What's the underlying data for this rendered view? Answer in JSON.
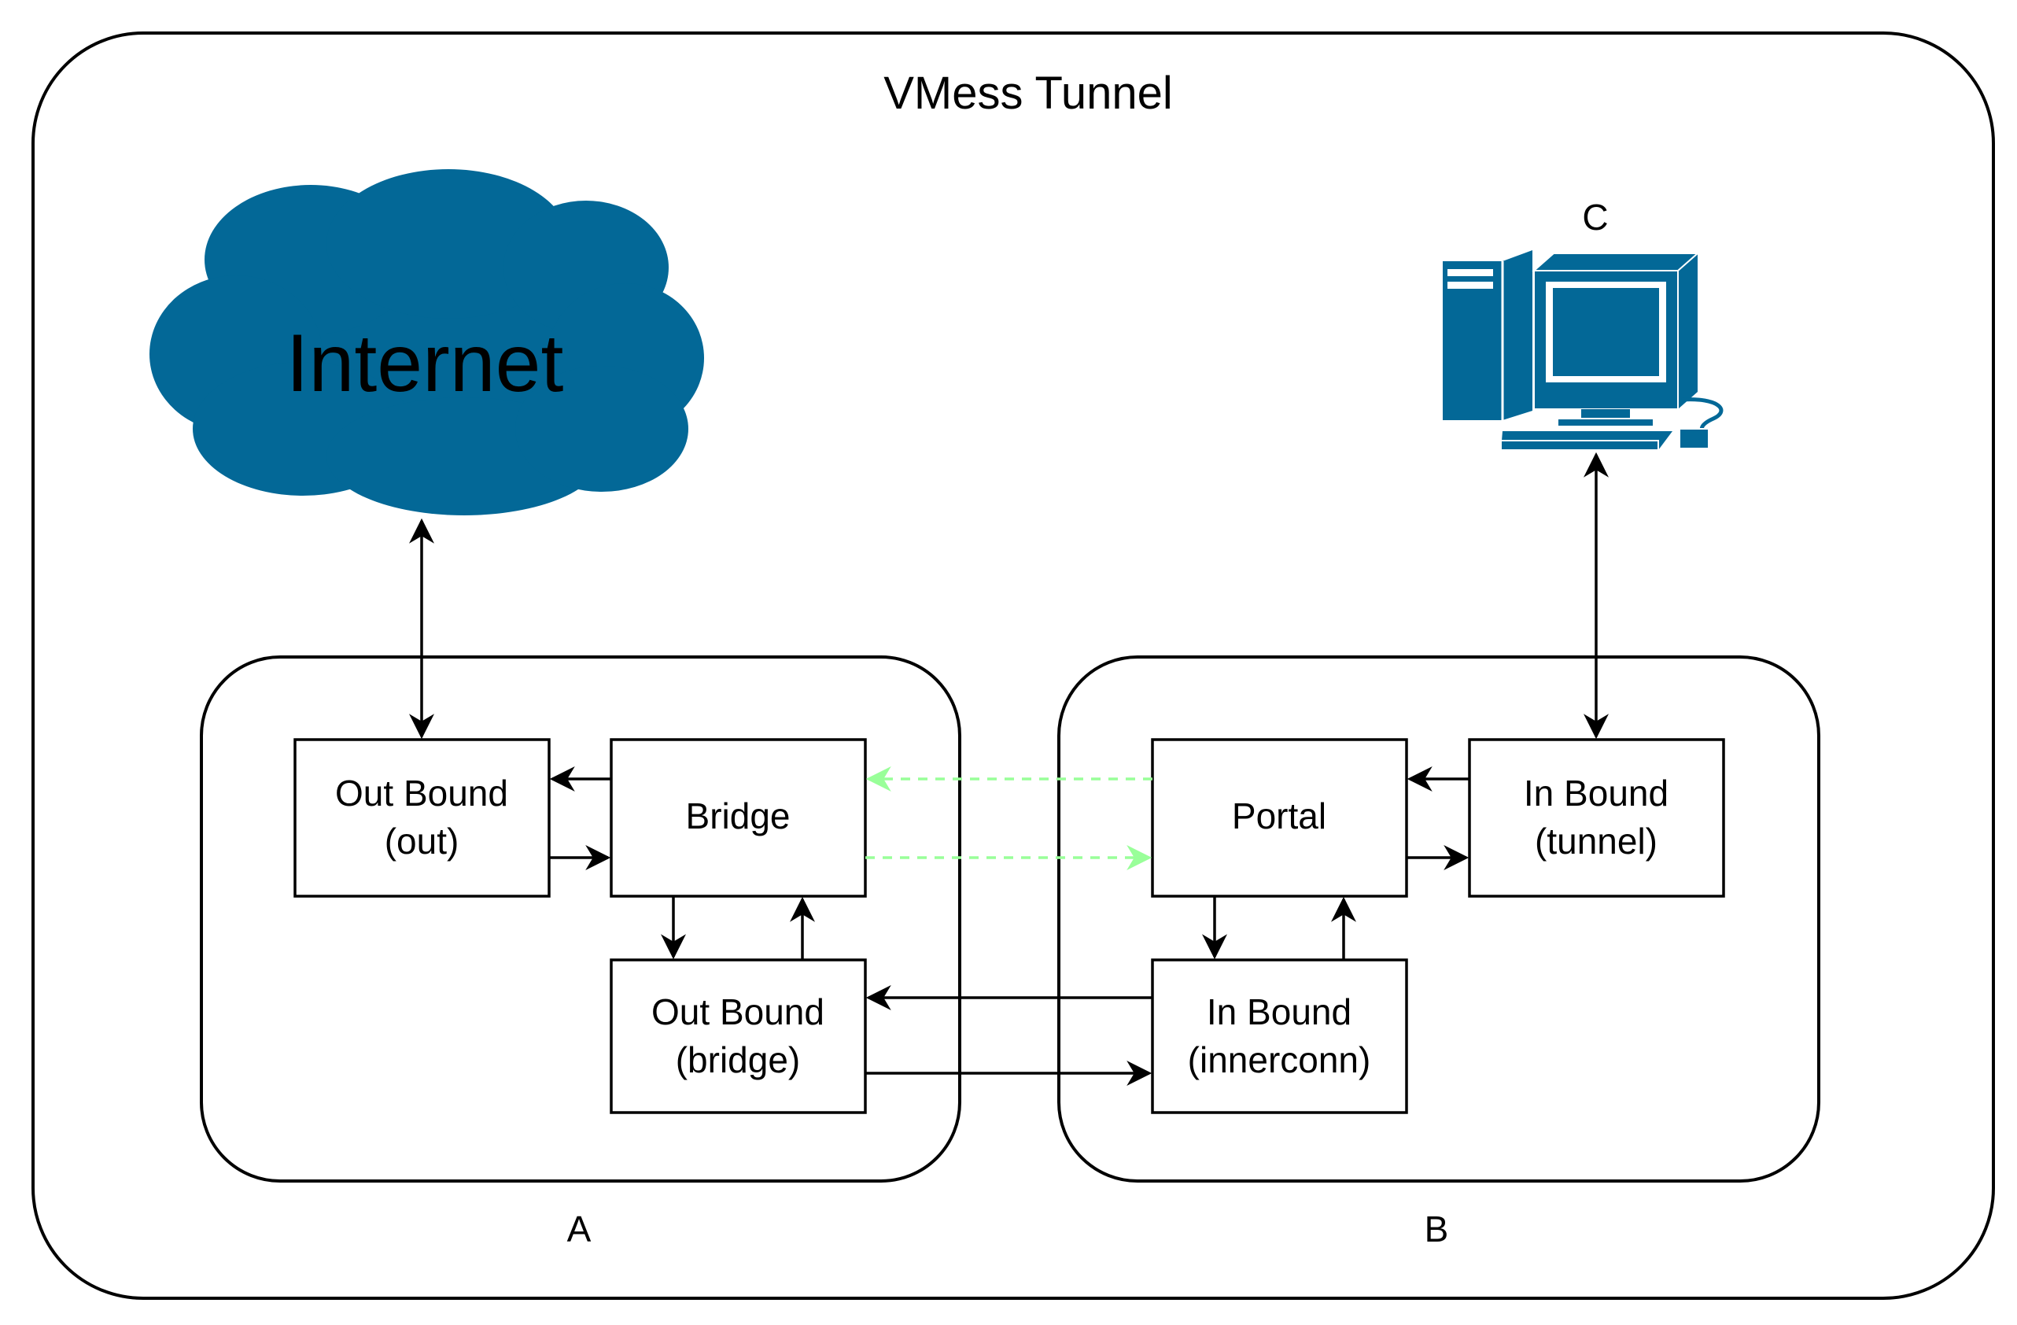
{
  "title": "VMess Tunnel",
  "colors": {
    "icon_fill": "#036897",
    "stroke": "#000000",
    "dashed_link": "#99ff99",
    "background": "#ffffff"
  },
  "cloud": {
    "label": "Internet"
  },
  "computer": {
    "label": "C",
    "icon": "desktop-computer-icon"
  },
  "groups": {
    "a": {
      "label": "A"
    },
    "b": {
      "label": "B"
    }
  },
  "nodes": {
    "outbound_out": {
      "line1": "Out Bound",
      "line2": "(out)"
    },
    "bridge": {
      "label": "Bridge"
    },
    "outbound_bridge": {
      "line1": "Out Bound",
      "line2": "(bridge)"
    },
    "portal": {
      "label": "Portal"
    },
    "inbound_tunnel": {
      "line1": "In Bound",
      "line2": "(tunnel)"
    },
    "inbound_innerconn": {
      "line1": "In Bound",
      "line2": "(innerconn)"
    }
  }
}
